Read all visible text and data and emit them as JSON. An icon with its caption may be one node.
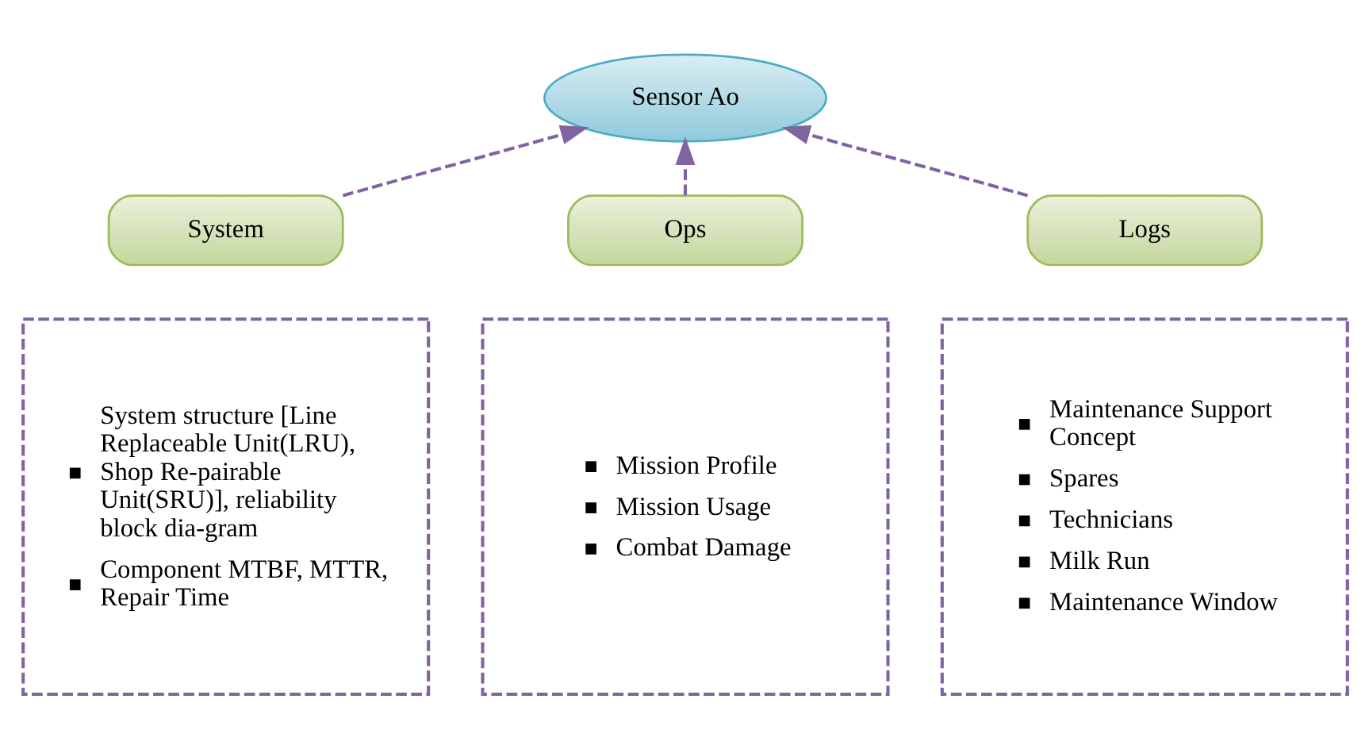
{
  "diagram": {
    "nodes": [
      {
        "text": [
          "Sensor Ao"
        ]
      },
      {
        "text": [
          "System"
        ]
      },
      {
        "text": [
          "System structure [Line Replaceable Unit(LRU), Shop Re-pairable Unit(SRU)], reliability block dia-gram",
          "Component MTBF, MTTR, Repair Time"
        ]
      },
      {
        "text": [
          "Ops"
        ]
      },
      {
        "text": [
          "Mission Profile",
          "Mission Usage",
          "Combat Damage"
        ]
      },
      {
        "text": [
          "Logs"
        ]
      },
      {
        "text": [
          "Maintenance Support Concept",
          "Spares",
          "Technicians",
          "Milk Run",
          "Maintenance Window"
        ]
      }
    ],
    "edges": [
      {
        "from": 1,
        "to": 0,
        "arrow": "to",
        "style": "dashed"
      },
      {
        "from": 3,
        "to": 0,
        "arrow": "to",
        "style": "dashed"
      },
      {
        "from": 5,
        "to": 0,
        "arrow": "to",
        "style": "dashed"
      }
    ]
  }
}
